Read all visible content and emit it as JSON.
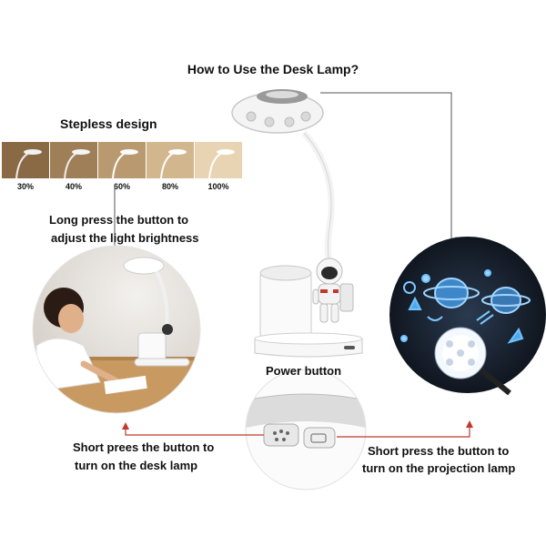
{
  "title": "How to Use the Desk Lamp?",
  "stepless": {
    "heading": "Stepless design",
    "levels": [
      "30%",
      "40%",
      "60%",
      "80%",
      "100%"
    ]
  },
  "brightness_note": {
    "line1": "Long press the button to",
    "line2": "adjust the light brightness"
  },
  "power_button_label": "Power button",
  "desk_lamp_note": {
    "line1": "Short prees the button to",
    "line2": "turn on the desk lamp"
  },
  "projection_note": {
    "line1": "Short press the button to",
    "line2": "turn on the  projection lamp"
  },
  "colors": {
    "arrow_red": "#c0392b",
    "projection_bg": "#1a2433",
    "projection_glow": "#6fc2ff",
    "thumb_warm": "#c9a77a"
  }
}
